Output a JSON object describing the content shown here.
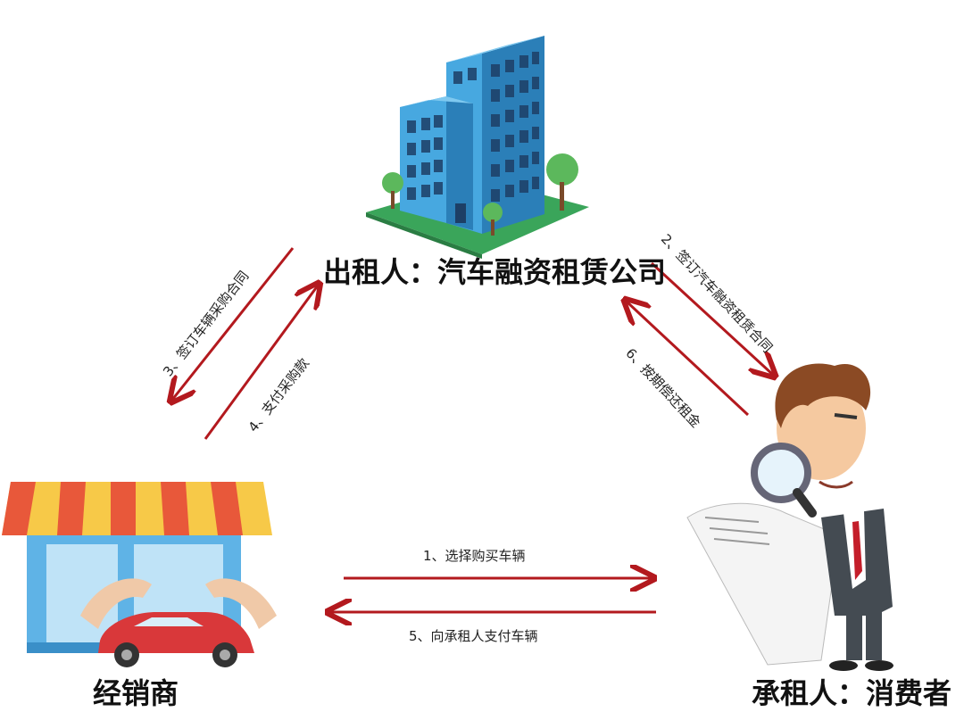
{
  "nodes": {
    "lessor": "出租人：汽车融资租赁公司",
    "dealer": "经销商",
    "lessee": "承租人：消费者"
  },
  "steps": {
    "s1": "1、选择购买车辆",
    "s2": "2、签订汽车融资租赁合同",
    "s3": "3、签订车辆采购合同",
    "s4": "4、支付采购款",
    "s5": "5、向承租人支付车辆",
    "s6": "6、按期偿还租金"
  },
  "colors": {
    "arrow": "#b3191e",
    "building": "#3a9bd5",
    "awning_red": "#e8583a",
    "awning_yellow": "#f7c948",
    "car": "#d9383a"
  },
  "icons": [
    "office-building-icon",
    "shop-icon",
    "businessman-icon"
  ]
}
